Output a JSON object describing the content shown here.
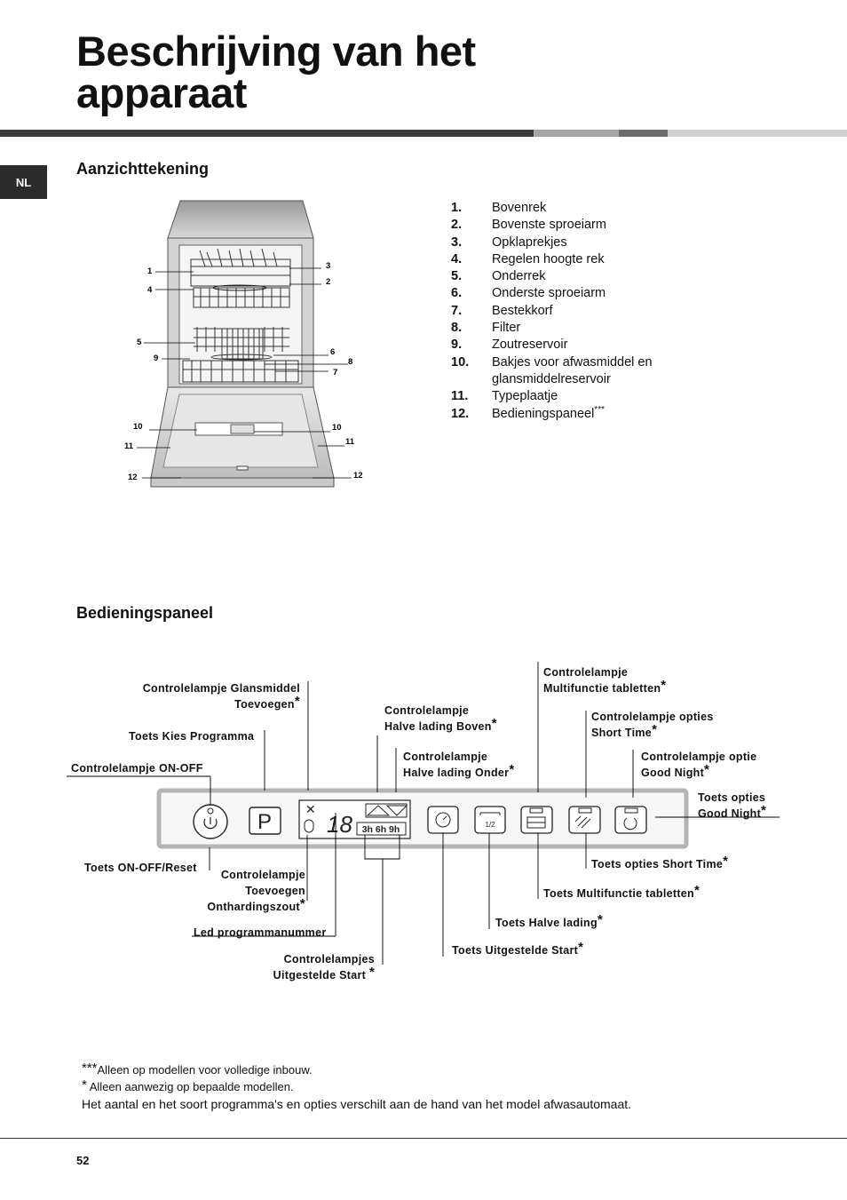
{
  "header": {
    "title_line1": "Beschrijving van het",
    "title_line2": "apparaat",
    "lang_tab": "NL"
  },
  "section1": {
    "heading": "Aanzichttekening",
    "diagram_numbers": [
      "1",
      "4",
      "5",
      "9",
      "10",
      "11",
      "12",
      "3",
      "2",
      "6",
      "8",
      "7",
      "10",
      "11",
      "12"
    ],
    "parts": [
      {
        "num": "1.",
        "label": "Bovenrek"
      },
      {
        "num": "2.",
        "label": "Bovenste sproeiarm"
      },
      {
        "num": "3.",
        "label": "Opklaprekjes"
      },
      {
        "num": "4.",
        "label": "Regelen hoogte rek"
      },
      {
        "num": "5.",
        "label": "Onderrek"
      },
      {
        "num": "6.",
        "label": "Onderste sproeiarm"
      },
      {
        "num": "7.",
        "label": "Bestekkorf"
      },
      {
        "num": "8.",
        "label": "Filter"
      },
      {
        "num": "9.",
        "label": "Zoutreservoir"
      },
      {
        "num": "10.",
        "label": "Bakjes voor afwasmiddel en"
      },
      {
        "num": "",
        "label": "glansmiddelreservoir"
      },
      {
        "num": "11.",
        "label": "Typeplaatje"
      },
      {
        "num": "12.",
        "label": "Bedieningspaneel",
        "sup": "***"
      }
    ]
  },
  "section2": {
    "heading": "Bedieningspaneel",
    "display_digits": "18",
    "delay_indicators": "3h 6h 9h",
    "program_key": "P",
    "half_load_key": "1/2",
    "labels": {
      "glansmiddel_1": "Controlelampje Glansmiddel",
      "glansmiddel_2": "Toevoegen",
      "kies_programma": "Toets Kies Programma",
      "on_off_lamp": "Controlelampje ON-OFF",
      "halve_boven_1": "Controlelampje",
      "halve_boven_2": "Halve lading Boven",
      "halve_onder_1": "Controlelampje",
      "halve_onder_2": "Halve lading Onder",
      "multi_lamp_1": "Controlelampje",
      "multi_lamp_2": "Multifunctie tabletten",
      "short_lamp_1": "Controlelampje opties",
      "short_lamp_2": "Short Time",
      "good_lamp_1": "Controlelampje optie",
      "good_lamp_2": "Good Night",
      "good_key_1": "Toets opties",
      "good_key_2": "Good Night",
      "on_off_key": "Toets ON-OFF/Reset",
      "ontharding_1": "Controlelampje",
      "ontharding_2": "Toevoegen",
      "ontharding_3": "Onthardingszout",
      "led": "Led programmanummer",
      "uitgestelde_lamps_1": "Controlelampjes",
      "uitgestelde_lamps_2": "Uitgestelde Start",
      "short_key": "Toets opties Short Time",
      "multi_key": "Toets Multifunctie tabletten",
      "halve_key": "Toets Halve lading",
      "uitgestelde_key": "Toets Uitgestelde Start",
      "star": "*"
    }
  },
  "footnotes": {
    "triple_star": "***",
    "note1": "Alleen op modellen voor volledige inbouw.",
    "single_star": "*",
    "note2": "Alleen aanwezig op bepaalde modellen.",
    "note3": "Het aantal en het soort programma's en opties verschilt aan de hand van het model afwasautomaat."
  },
  "page_number": "52",
  "colors": {
    "bar_dark": "#3a3a3a",
    "bar_mid": "#a6a6a6",
    "bar_dark2": "#6e6e6e",
    "bar_light": "#cfcfcf",
    "panel_border": "#b5b5b5"
  }
}
